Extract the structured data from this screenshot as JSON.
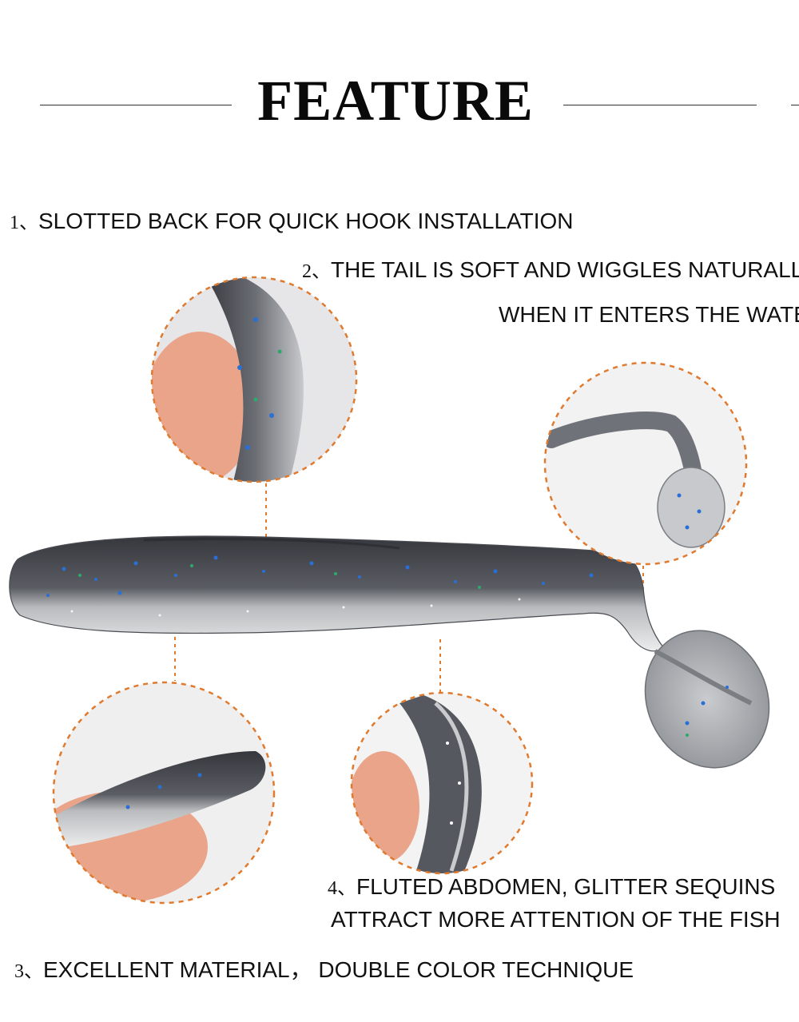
{
  "header": {
    "title": "FEATURE"
  },
  "features": [
    {
      "number": "1、",
      "text": "SLOTTED BACK FOR QUICK HOOK INSTALLATION"
    },
    {
      "number": "2、",
      "text": "THE TAIL IS SOFT AND WIGGLES NATURALLY",
      "text_line2": "WHEN IT ENTERS THE WATER"
    },
    {
      "number": "3、",
      "text": "EXCELLENT MATERIAL，  DOUBLE COLOR TECHNIQUE"
    },
    {
      "number": "4、",
      "text": "FLUTED ABDOMEN, GLITTER SEQUINS",
      "text_line2": "ATTRACT MORE ATTENTION OF THE FISH"
    }
  ],
  "colors": {
    "accent_orange": "#e07a2e",
    "lure_dark": "#3e4046",
    "lure_light": "#d9dadc",
    "glitter_blue": "#2a6fd6",
    "glitter_green": "#2fa86b",
    "skin": "#e9a48a"
  }
}
